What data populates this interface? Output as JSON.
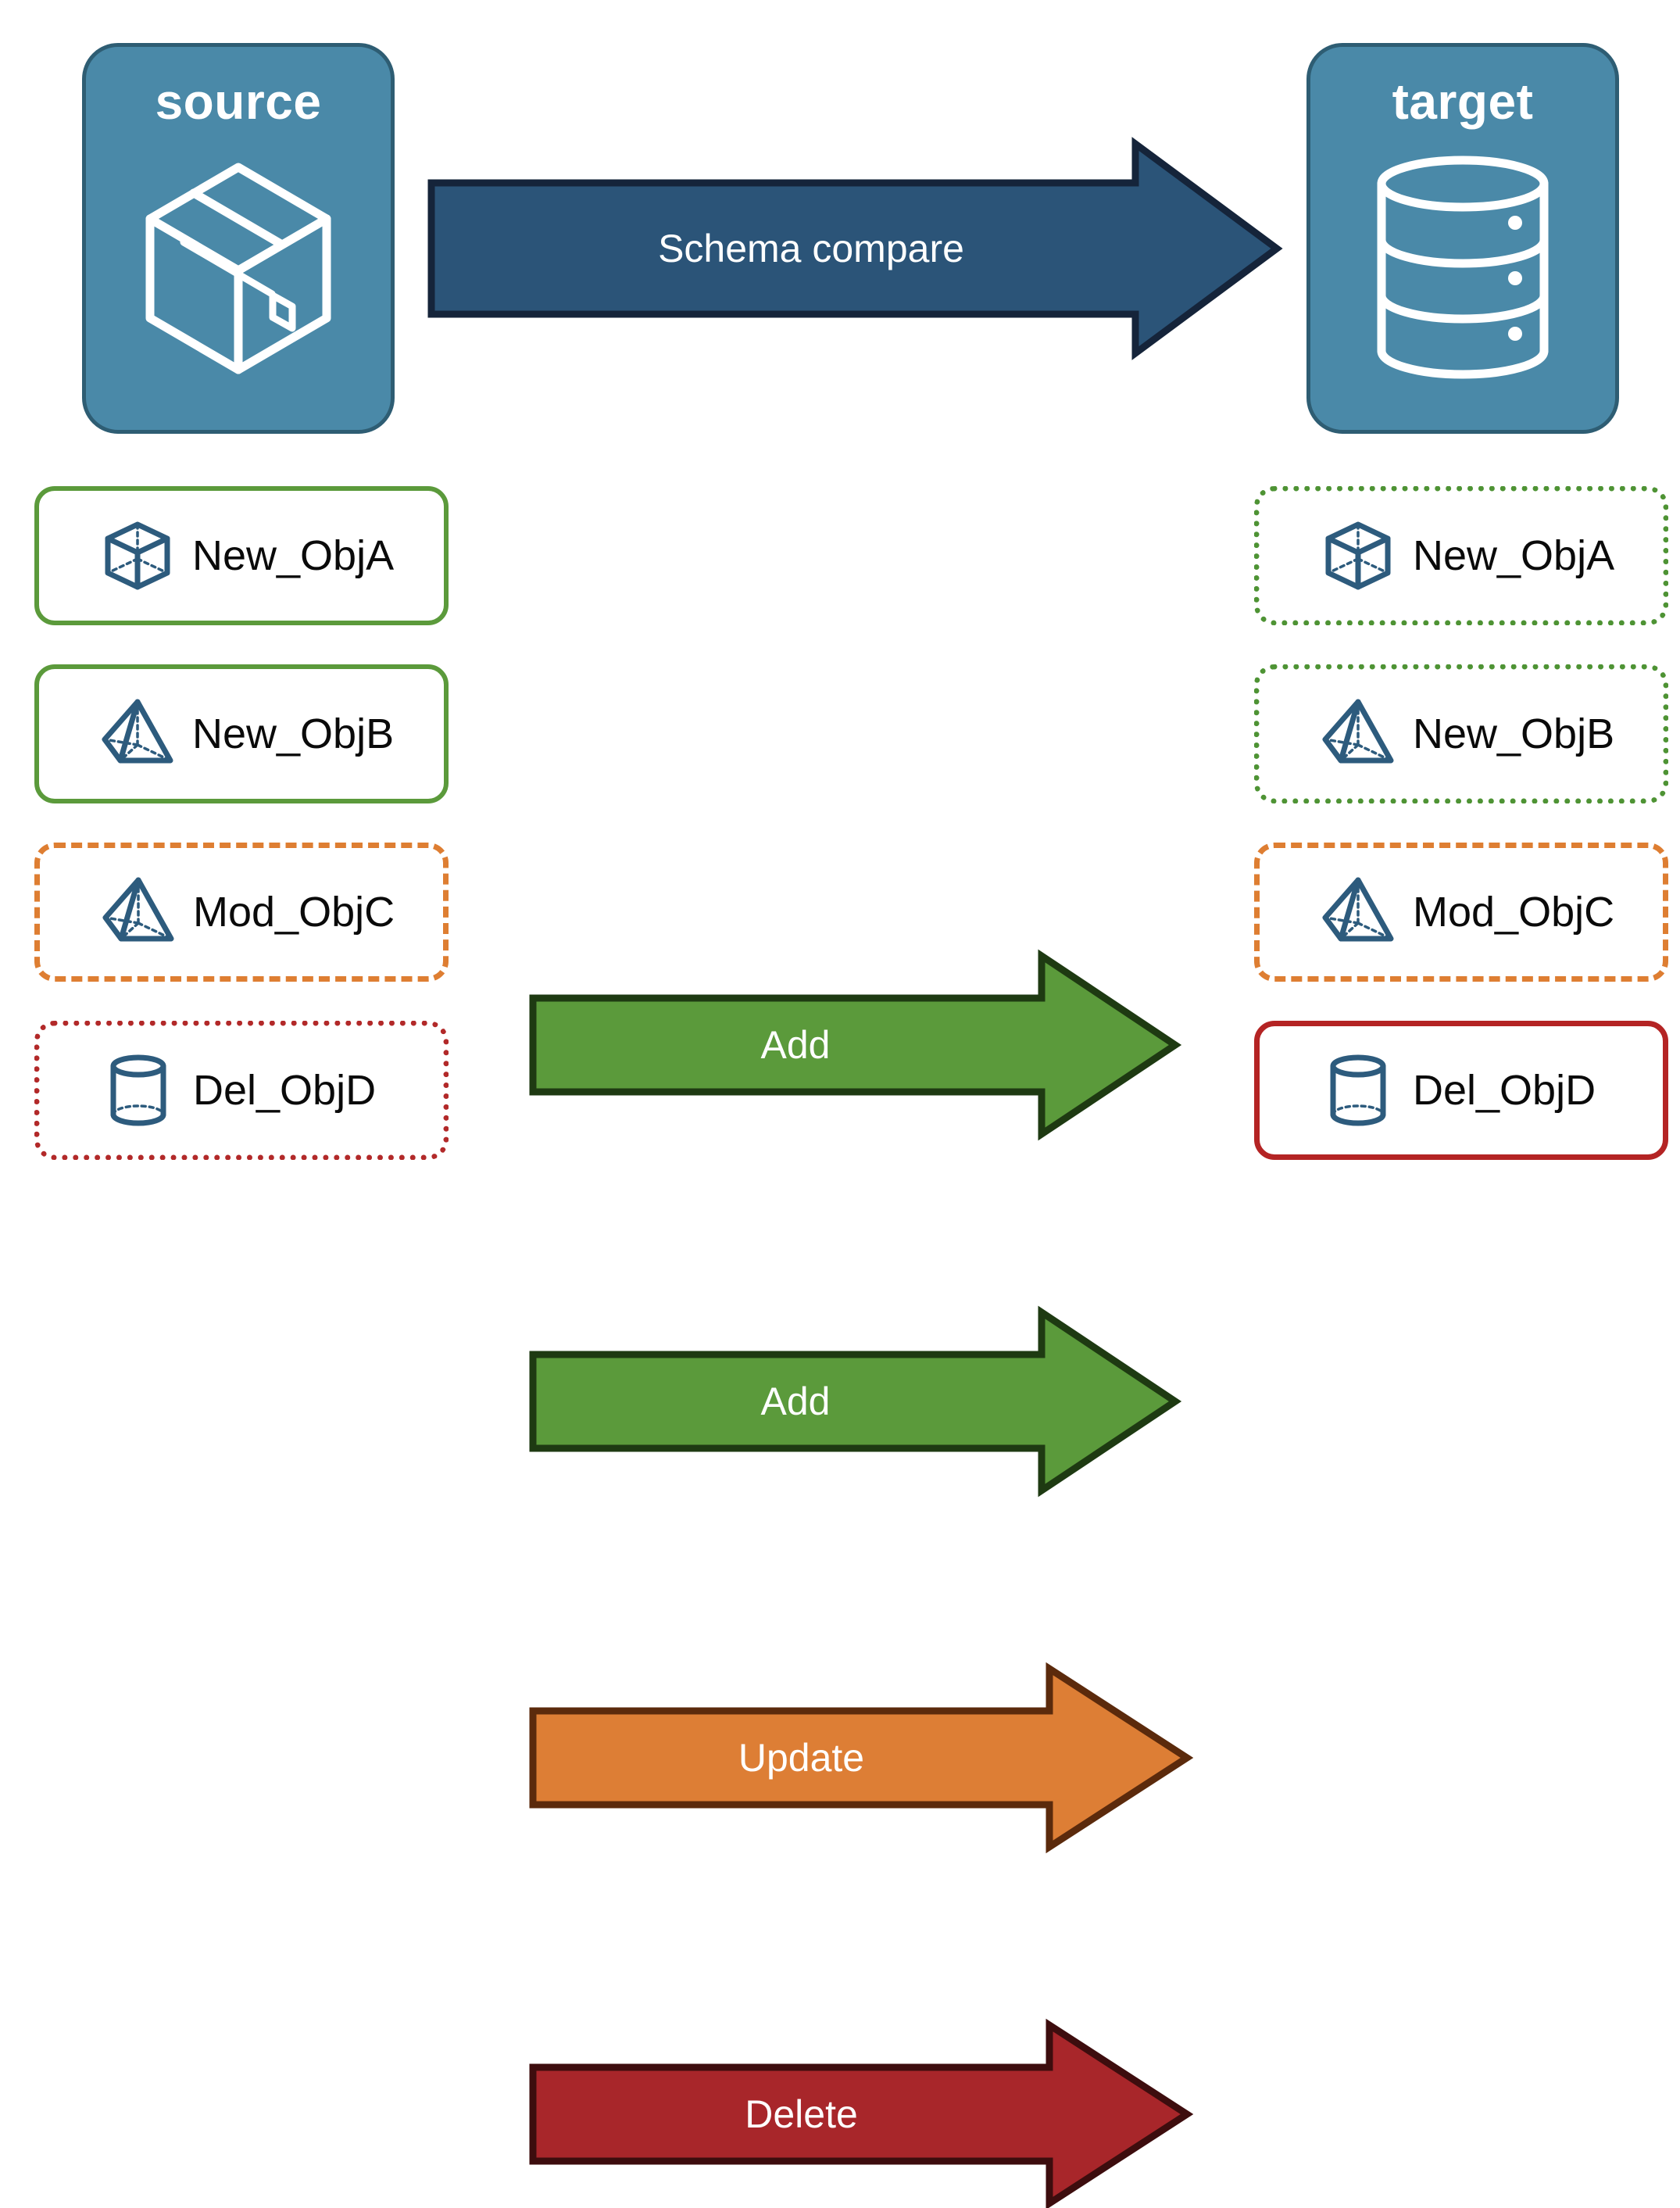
{
  "diagram": {
    "title": "Schema compare source to target",
    "background": "#FFFFFF"
  },
  "endpoints": [
    {
      "id": "source",
      "label": "source",
      "icon": "package-box-icon",
      "fill": "#4A89A8",
      "stroke": "#2E5D73"
    },
    {
      "id": "target",
      "label": "target",
      "icon": "database-cylinder-icon",
      "fill": "#4A89A8",
      "stroke": "#2E5D73"
    }
  ],
  "compare_arrow": {
    "label": "Schema compare",
    "fill": "#2B5478",
    "stroke": "#15243A",
    "text_color": "#FFFFFF"
  },
  "rows": [
    {
      "action": "Add",
      "arrow_fill": "#5B9A3B",
      "arrow_stroke": "#1E3A12",
      "source": {
        "label": "New_ObjA",
        "icon": "wireframe-cube-icon",
        "border_style": "solid",
        "border_color": "#5B9A3B"
      },
      "target": {
        "label": "New_ObjA",
        "icon": "wireframe-cube-icon",
        "border_style": "dotted",
        "border_color": "#4E9334"
      }
    },
    {
      "action": "Add",
      "arrow_fill": "#5B9A3B",
      "arrow_stroke": "#1E3A12",
      "source": {
        "label": "New_ObjB",
        "icon": "wireframe-pyramid-icon",
        "border_style": "solid",
        "border_color": "#5B9A3B"
      },
      "target": {
        "label": "New_ObjB",
        "icon": "wireframe-pyramid-icon",
        "border_style": "dotted",
        "border_color": "#4E9334"
      }
    },
    {
      "action": "Update",
      "arrow_fill": "#DD7E35",
      "arrow_stroke": "#5B2A0C",
      "source": {
        "label": "Mod_ObjC",
        "icon": "wireframe-pyramid-icon",
        "border_style": "dashed",
        "border_color": "#DE7E32"
      },
      "target": {
        "label": "Mod_ObjC",
        "icon": "wireframe-pyramid-icon",
        "border_style": "dashed",
        "border_color": "#DE7E32"
      }
    },
    {
      "action": "Delete",
      "arrow_fill": "#A8262A",
      "arrow_stroke": "#3D0D0E",
      "source": {
        "label": "Del_ObjD",
        "icon": "wireframe-cylinder-icon",
        "border_style": "dotted",
        "border_color": "#B22929"
      },
      "target": {
        "label": "Del_ObjD",
        "icon": "wireframe-cylinder-icon",
        "border_style": "solid",
        "border_color": "#B42424"
      }
    }
  ],
  "colors": {
    "object_icon_stroke": "#2D5B7D",
    "label_text": "#0A0A0A",
    "arrow_text": "#FFFFFF"
  }
}
